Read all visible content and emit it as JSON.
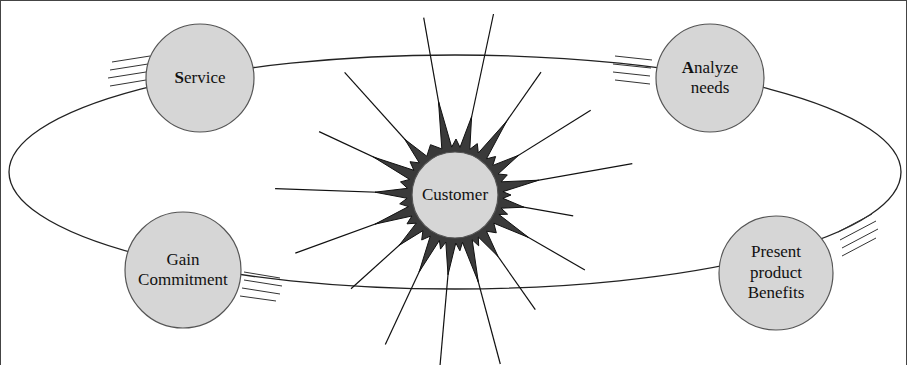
{
  "diagram": {
    "nodes": [
      {
        "text": [
          "Service"
        ]
      },
      {
        "text": [
          "Analyze needs"
        ]
      },
      {
        "text": [
          "Customer"
        ]
      },
      {
        "text": [
          "Gain Commitment"
        ]
      },
      {
        "text": [
          "Present product Benefits"
        ]
      }
    ]
  }
}
